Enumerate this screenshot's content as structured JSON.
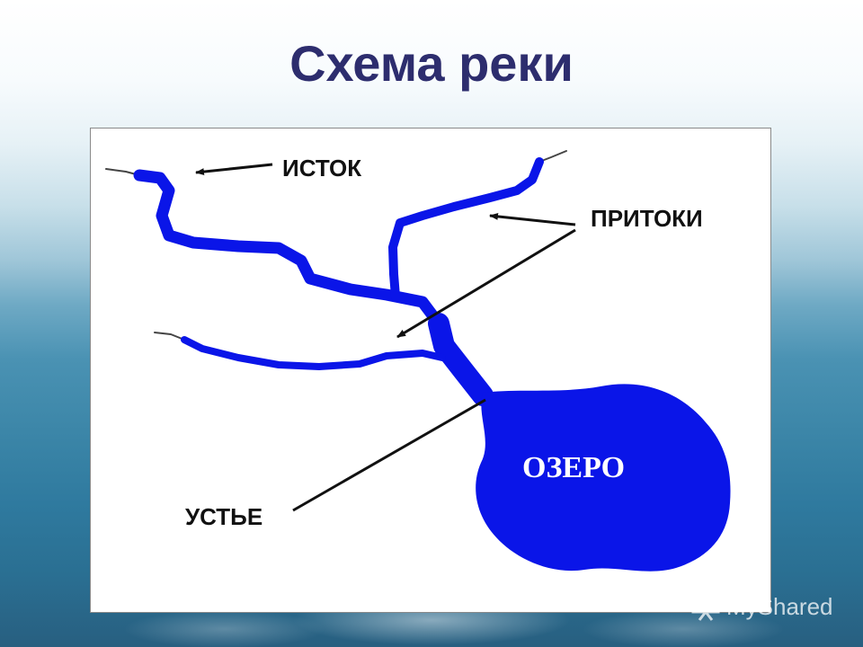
{
  "title": "Схема реки",
  "labels": {
    "source": "ИСТОК",
    "tributaries": "ПРИТОКИ",
    "mouth": "УСТЬЕ",
    "lake": "ОЗЕРО"
  },
  "watermark": "MyShared",
  "colors": {
    "water": "#0a15e8",
    "title": "#2d2d6e",
    "label": "#111111"
  }
}
